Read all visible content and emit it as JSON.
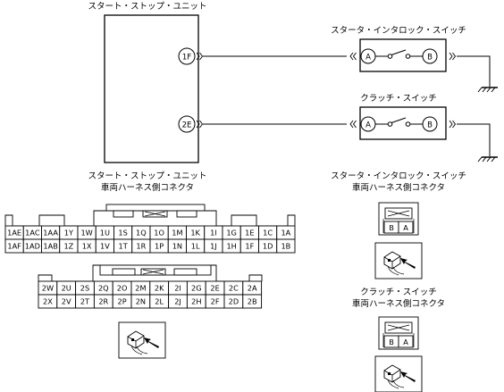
{
  "unit": {
    "title": "スタート・ストップ・ユニット",
    "pins": [
      "1F",
      "2E"
    ]
  },
  "switches": [
    {
      "title": "スタータ・インタロック・スイッチ",
      "terminals": [
        "A",
        "B"
      ]
    },
    {
      "title": "クラッチ・スイッチ",
      "terminals": [
        "A",
        "B"
      ]
    }
  ],
  "connectors": {
    "unit_title_1": "スタート・ストップ・ユニット",
    "unit_title_2": "車両ハーネス側コネクタ",
    "unit_row1_top": [
      "1AE",
      "1AC",
      "1AA",
      "1Y",
      "1W",
      "1U",
      "1S",
      "1Q",
      "1O",
      "1M",
      "1K",
      "1I",
      "1G",
      "1E",
      "1C",
      "1A"
    ],
    "unit_row1_bottom": [
      "1AF",
      "1AD",
      "1AB",
      "1Z",
      "1X",
      "1V",
      "1T",
      "1R",
      "1P",
      "1N",
      "1L",
      "1J",
      "1H",
      "1F",
      "1D",
      "1B"
    ],
    "unit_row2_top": [
      "2W",
      "2U",
      "2S",
      "2Q",
      "2O",
      "2M",
      "2K",
      "2I",
      "2G",
      "2E",
      "2C",
      "2A"
    ],
    "unit_row2_bottom": [
      "2X",
      "2V",
      "2T",
      "2R",
      "2P",
      "2N",
      "2L",
      "2J",
      "2H",
      "2F",
      "2D",
      "2B"
    ],
    "starter_title_1": "スタータ・インタロック・スイッチ",
    "starter_title_2": "車両ハーネス側コネクタ",
    "starter_pins": [
      "B",
      "A"
    ],
    "clutch_title_1": "クラッチ・スイッチ",
    "clutch_title_2": "車両ハーネス側コネクタ",
    "clutch_pins": [
      "B",
      "A"
    ]
  },
  "icons": [
    "connector-view-icon"
  ]
}
